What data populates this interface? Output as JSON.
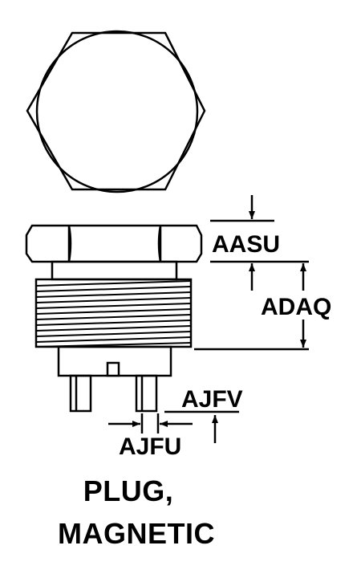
{
  "dimensions": {
    "aasu": "AASU",
    "adaq": "ADAQ",
    "ajfv": "AJFV",
    "ajfu": "AJFU"
  },
  "caption": {
    "line1": "PLUG,",
    "line2": "MAGNETIC"
  },
  "colors": {
    "ink": "#000000",
    "background": "#ffffff"
  }
}
